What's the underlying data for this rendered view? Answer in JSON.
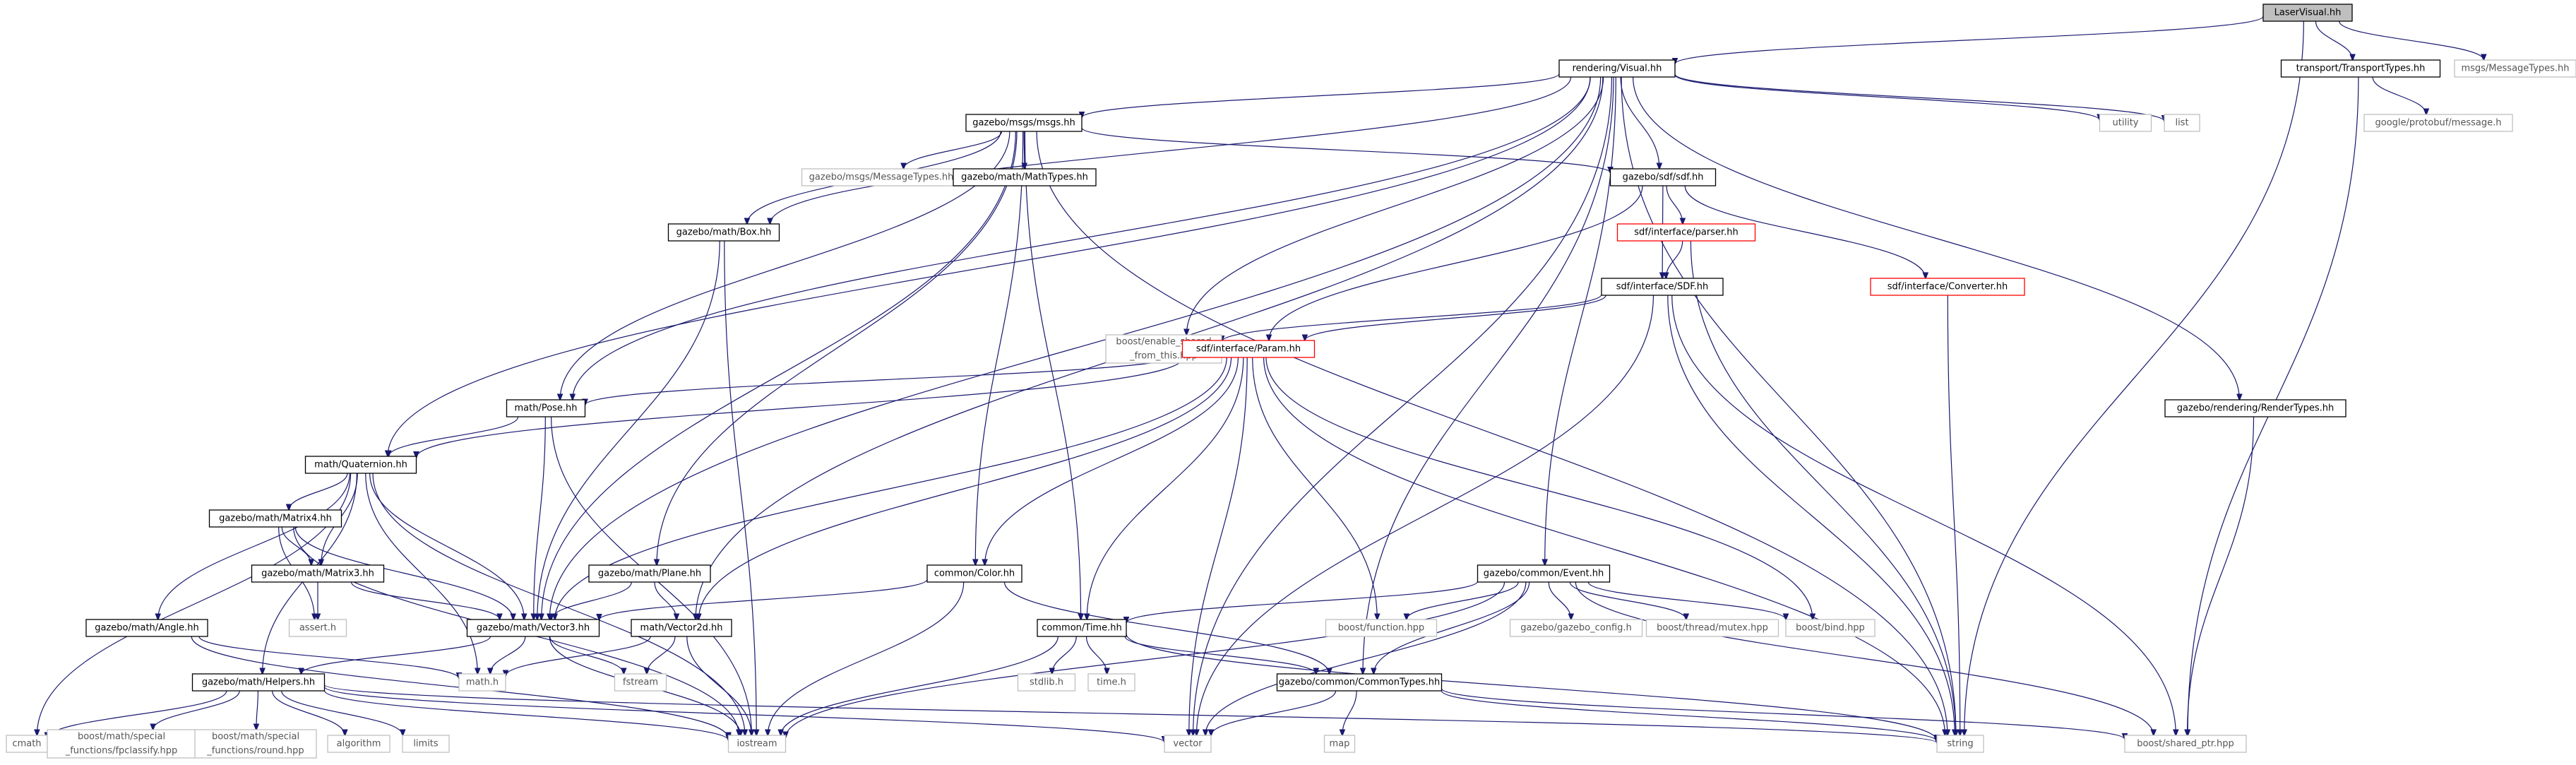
{
  "diagram": {
    "type": "include-dependency-graph",
    "colors": {
      "edge": "#191970",
      "node_border": "#000000",
      "external_border": "#bfbfbf",
      "incomplete_border": "#ff0000",
      "root_fill": "#bfbfbf",
      "external_text": "#555555"
    },
    "nodes": [
      {
        "id": "laservisual",
        "label": [
          "LaserVisual.hh"
        ],
        "kind": "root"
      },
      {
        "id": "visual",
        "label": [
          "rendering/Visual.hh"
        ],
        "kind": "std"
      },
      {
        "id": "transporttypes",
        "label": [
          "transport/TransportTypes.hh"
        ],
        "kind": "std"
      },
      {
        "id": "msgstypes_top",
        "label": [
          "msgs/MessageTypes.hh"
        ],
        "kind": "ext"
      },
      {
        "id": "protobuf",
        "label": [
          "google/protobuf/message.h"
        ],
        "kind": "ext"
      },
      {
        "id": "utility",
        "label": [
          "utility"
        ],
        "kind": "ext"
      },
      {
        "id": "list",
        "label": [
          "list"
        ],
        "kind": "ext"
      },
      {
        "id": "msgs",
        "label": [
          "gazebo/msgs/msgs.hh"
        ],
        "kind": "std"
      },
      {
        "id": "msgtypes",
        "label": [
          "gazebo/msgs/MessageTypes.hh"
        ],
        "kind": "ext"
      },
      {
        "id": "mathtypes",
        "label": [
          "gazebo/math/MathTypes.hh"
        ],
        "kind": "std"
      },
      {
        "id": "sdf",
        "label": [
          "gazebo/sdf/sdf.hh"
        ],
        "kind": "std"
      },
      {
        "id": "parser",
        "label": [
          "sdf/interface/parser.hh"
        ],
        "kind": "red"
      },
      {
        "id": "converter",
        "label": [
          "sdf/interface/Converter.hh"
        ],
        "kind": "red"
      },
      {
        "id": "sdfint",
        "label": [
          "sdf/interface/SDF.hh"
        ],
        "kind": "std"
      },
      {
        "id": "box",
        "label": [
          "gazebo/math/Box.hh"
        ],
        "kind": "std"
      },
      {
        "id": "enableshared",
        "label": [
          "boost/enable_shared",
          "_from_this.hpp"
        ],
        "kind": "ext"
      },
      {
        "id": "param",
        "label": [
          "sdf/interface/Param.hh"
        ],
        "kind": "red"
      },
      {
        "id": "rendertypes",
        "label": [
          "gazebo/rendering/RenderTypes.hh"
        ],
        "kind": "std"
      },
      {
        "id": "pose",
        "label": [
          "math/Pose.hh"
        ],
        "kind": "std"
      },
      {
        "id": "quaternion",
        "label": [
          "math/Quaternion.hh"
        ],
        "kind": "std"
      },
      {
        "id": "matrix4",
        "label": [
          "gazebo/math/Matrix4.hh"
        ],
        "kind": "std"
      },
      {
        "id": "matrix3",
        "label": [
          "gazebo/math/Matrix3.hh"
        ],
        "kind": "std"
      },
      {
        "id": "plane",
        "label": [
          "gazebo/math/Plane.hh"
        ],
        "kind": "std"
      },
      {
        "id": "color",
        "label": [
          "common/Color.hh"
        ],
        "kind": "std"
      },
      {
        "id": "event",
        "label": [
          "gazebo/common/Event.hh"
        ],
        "kind": "std"
      },
      {
        "id": "angle",
        "label": [
          "gazebo/math/Angle.hh"
        ],
        "kind": "std"
      },
      {
        "id": "assert",
        "label": [
          "assert.h"
        ],
        "kind": "ext"
      },
      {
        "id": "vector3",
        "label": [
          "gazebo/math/Vector3.hh"
        ],
        "kind": "std"
      },
      {
        "id": "vector2d",
        "label": [
          "math/Vector2d.hh"
        ],
        "kind": "std"
      },
      {
        "id": "time",
        "label": [
          "common/Time.hh"
        ],
        "kind": "std"
      },
      {
        "id": "function",
        "label": [
          "boost/function.hpp"
        ],
        "kind": "ext"
      },
      {
        "id": "gazeboconfig",
        "label": [
          "gazebo/gazebo_config.h"
        ],
        "kind": "ext"
      },
      {
        "id": "mutex",
        "label": [
          "boost/thread/mutex.hpp"
        ],
        "kind": "ext"
      },
      {
        "id": "bind",
        "label": [
          "boost/bind.hpp"
        ],
        "kind": "ext"
      },
      {
        "id": "helpers",
        "label": [
          "gazebo/math/Helpers.hh"
        ],
        "kind": "std"
      },
      {
        "id": "mathh",
        "label": [
          "math.h"
        ],
        "kind": "ext"
      },
      {
        "id": "fstream",
        "label": [
          "fstream"
        ],
        "kind": "ext"
      },
      {
        "id": "stdlib",
        "label": [
          "stdlib.h"
        ],
        "kind": "ext"
      },
      {
        "id": "timeh",
        "label": [
          "time.h"
        ],
        "kind": "ext"
      },
      {
        "id": "commontypes",
        "label": [
          "gazebo/common/CommonTypes.hh"
        ],
        "kind": "std"
      },
      {
        "id": "cmath",
        "label": [
          "cmath"
        ],
        "kind": "ext"
      },
      {
        "id": "fpclassify",
        "label": [
          "boost/math/special",
          "_functions/fpclassify.hpp"
        ],
        "kind": "ext"
      },
      {
        "id": "round",
        "label": [
          "boost/math/special",
          "_functions/round.hpp"
        ],
        "kind": "ext"
      },
      {
        "id": "algorithm",
        "label": [
          "algorithm"
        ],
        "kind": "ext"
      },
      {
        "id": "limits",
        "label": [
          "limits"
        ],
        "kind": "ext"
      },
      {
        "id": "iostream",
        "label": [
          "iostream"
        ],
        "kind": "ext"
      },
      {
        "id": "vector",
        "label": [
          "vector"
        ],
        "kind": "ext"
      },
      {
        "id": "map",
        "label": [
          "map"
        ],
        "kind": "ext"
      },
      {
        "id": "string",
        "label": [
          "string"
        ],
        "kind": "ext"
      },
      {
        "id": "sharedptr",
        "label": [
          "boost/shared_ptr.hpp"
        ],
        "kind": "ext"
      }
    ],
    "edges": [
      [
        "laservisual",
        "visual"
      ],
      [
        "laservisual",
        "transporttypes"
      ],
      [
        "laservisual",
        "msgstypes_top"
      ],
      [
        "laservisual",
        "string"
      ],
      [
        "transporttypes",
        "protobuf"
      ],
      [
        "transporttypes",
        "sharedptr"
      ],
      [
        "visual",
        "utility"
      ],
      [
        "visual",
        "list"
      ],
      [
        "visual",
        "msgs"
      ],
      [
        "visual",
        "sdf"
      ],
      [
        "visual",
        "box"
      ],
      [
        "visual",
        "pose"
      ],
      [
        "visual",
        "quaternion"
      ],
      [
        "visual",
        "vector3"
      ],
      [
        "visual",
        "vector2d"
      ],
      [
        "visual",
        "enableshared"
      ],
      [
        "visual",
        "rendertypes"
      ],
      [
        "visual",
        "event"
      ],
      [
        "visual",
        "commontypes"
      ],
      [
        "visual",
        "vector"
      ],
      [
        "visual",
        "string"
      ],
      [
        "msgs",
        "msgtypes"
      ],
      [
        "msgs",
        "mathtypes"
      ],
      [
        "msgs",
        "sdf"
      ],
      [
        "msgs",
        "box"
      ],
      [
        "msgs",
        "pose"
      ],
      [
        "msgs",
        "plane"
      ],
      [
        "msgs",
        "color"
      ],
      [
        "msgs",
        "time"
      ],
      [
        "msgs",
        "vector3"
      ],
      [
        "msgs",
        "string"
      ],
      [
        "sdf",
        "parser"
      ],
      [
        "sdf",
        "converter"
      ],
      [
        "sdf",
        "sdfint"
      ],
      [
        "sdf",
        "param"
      ],
      [
        "parser",
        "sdfint"
      ],
      [
        "parser",
        "string"
      ],
      [
        "converter",
        "string"
      ],
      [
        "sdfint",
        "enableshared"
      ],
      [
        "sdfint",
        "param"
      ],
      [
        "sdfint",
        "vector"
      ],
      [
        "sdfint",
        "string"
      ],
      [
        "sdfint",
        "sharedptr"
      ],
      [
        "box",
        "vector3"
      ],
      [
        "box",
        "iostream"
      ],
      [
        "param",
        "pose"
      ],
      [
        "param",
        "quaternion"
      ],
      [
        "param",
        "vector3"
      ],
      [
        "param",
        "vector2d"
      ],
      [
        "param",
        "color"
      ],
      [
        "param",
        "time"
      ],
      [
        "param",
        "function"
      ],
      [
        "param",
        "bind"
      ],
      [
        "param",
        "vector"
      ],
      [
        "param",
        "string"
      ],
      [
        "rendertypes",
        "sharedptr"
      ],
      [
        "pose",
        "quaternion"
      ],
      [
        "pose",
        "vector3"
      ],
      [
        "pose",
        "iostream"
      ],
      [
        "quaternion",
        "matrix4"
      ],
      [
        "quaternion",
        "matrix3"
      ],
      [
        "quaternion",
        "angle"
      ],
      [
        "quaternion",
        "helpers"
      ],
      [
        "quaternion",
        "vector3"
      ],
      [
        "quaternion",
        "mathh"
      ],
      [
        "quaternion",
        "cmath"
      ],
      [
        "quaternion",
        "iostream"
      ],
      [
        "matrix4",
        "matrix3"
      ],
      [
        "matrix4",
        "vector3"
      ],
      [
        "matrix4",
        "assert"
      ],
      [
        "matrix4",
        "iostream"
      ],
      [
        "matrix3",
        "vector3"
      ],
      [
        "matrix3",
        "assert"
      ],
      [
        "plane",
        "vector3"
      ],
      [
        "plane",
        "vector2d"
      ],
      [
        "color",
        "vector3"
      ],
      [
        "color",
        "commontypes"
      ],
      [
        "color",
        "iostream"
      ],
      [
        "event",
        "time"
      ],
      [
        "event",
        "function"
      ],
      [
        "event",
        "gazeboconfig"
      ],
      [
        "event",
        "mutex"
      ],
      [
        "event",
        "bind"
      ],
      [
        "event",
        "commontypes"
      ],
      [
        "event",
        "iostream"
      ],
      [
        "event",
        "vector"
      ],
      [
        "event",
        "sharedptr"
      ],
      [
        "angle",
        "mathh"
      ],
      [
        "angle",
        "iostream"
      ],
      [
        "vector3",
        "helpers"
      ],
      [
        "vector3",
        "mathh"
      ],
      [
        "vector3",
        "fstream"
      ],
      [
        "vector3",
        "iostream"
      ],
      [
        "vector2d",
        "mathh"
      ],
      [
        "vector2d",
        "fstream"
      ],
      [
        "vector2d",
        "iostream"
      ],
      [
        "time",
        "stdlib"
      ],
      [
        "time",
        "timeh"
      ],
      [
        "time",
        "commontypes"
      ],
      [
        "time",
        "iostream"
      ],
      [
        "time",
        "string"
      ],
      [
        "helpers",
        "cmath"
      ],
      [
        "helpers",
        "fpclassify"
      ],
      [
        "helpers",
        "round"
      ],
      [
        "helpers",
        "algorithm"
      ],
      [
        "helpers",
        "limits"
      ],
      [
        "helpers",
        "iostream"
      ],
      [
        "helpers",
        "vector"
      ],
      [
        "helpers",
        "string"
      ],
      [
        "commontypes",
        "map"
      ],
      [
        "commontypes",
        "vector"
      ],
      [
        "commontypes",
        "string"
      ],
      [
        "commontypes",
        "sharedptr"
      ]
    ]
  }
}
